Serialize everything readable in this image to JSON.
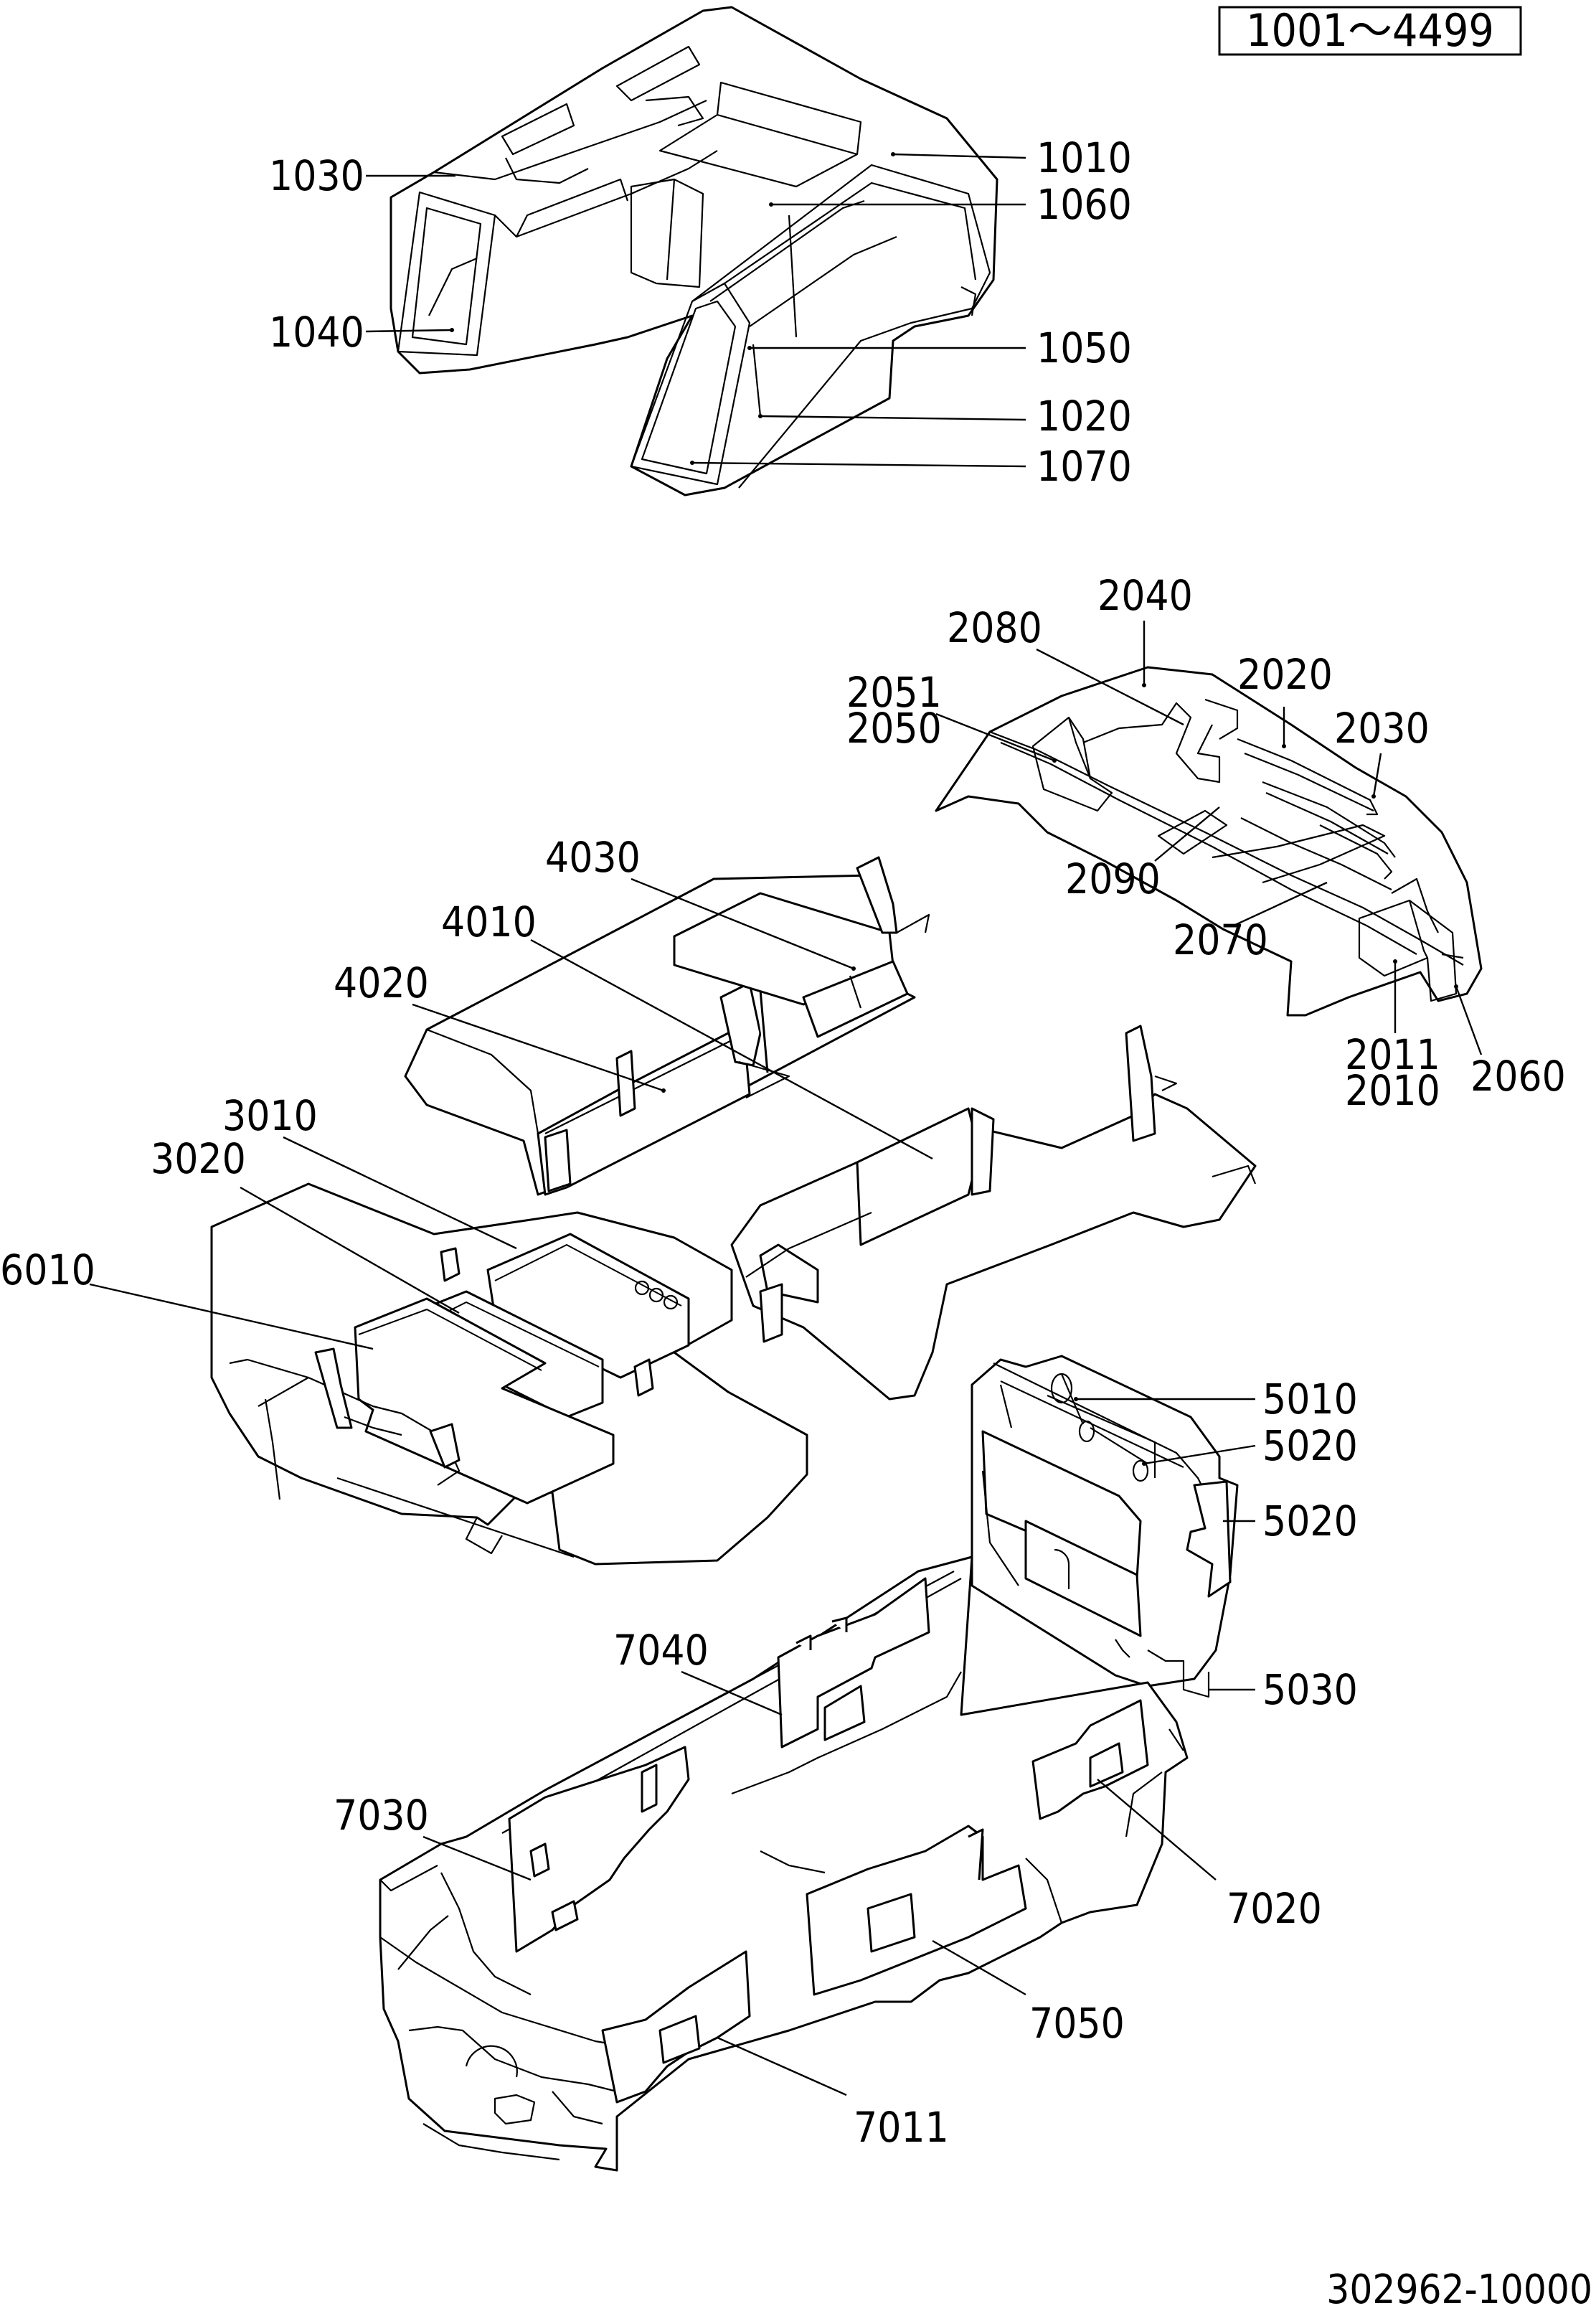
{
  "range_label": "1001～4499",
  "drawing_number": "302962-10000",
  "callouts": [
    {
      "id": "1010",
      "text": "1010"
    },
    {
      "id": "1020",
      "text": "1020"
    },
    {
      "id": "1030",
      "text": "1030"
    },
    {
      "id": "1040",
      "text": "1040"
    },
    {
      "id": "1050",
      "text": "1050"
    },
    {
      "id": "1060",
      "text": "1060"
    },
    {
      "id": "1070",
      "text": "1070"
    },
    {
      "id": "2010",
      "text": "2010"
    },
    {
      "id": "2011",
      "text": "2011"
    },
    {
      "id": "2020",
      "text": "2020"
    },
    {
      "id": "2030",
      "text": "2030"
    },
    {
      "id": "2040",
      "text": "2040"
    },
    {
      "id": "2050",
      "text": "2050"
    },
    {
      "id": "2051",
      "text": "2051"
    },
    {
      "id": "2060",
      "text": "2060"
    },
    {
      "id": "2070",
      "text": "2070"
    },
    {
      "id": "2080",
      "text": "2080"
    },
    {
      "id": "2090",
      "text": "2090"
    },
    {
      "id": "3010",
      "text": "3010"
    },
    {
      "id": "3020",
      "text": "3020"
    },
    {
      "id": "4010",
      "text": "4010"
    },
    {
      "id": "4020",
      "text": "4020"
    },
    {
      "id": "4030",
      "text": "4030"
    },
    {
      "id": "5010",
      "text": "5010"
    },
    {
      "id": "5020a",
      "text": "5020"
    },
    {
      "id": "5020b",
      "text": "5020"
    },
    {
      "id": "5030",
      "text": "5030"
    },
    {
      "id": "6010",
      "text": "6010"
    },
    {
      "id": "7011",
      "text": "7011"
    },
    {
      "id": "7020",
      "text": "7020"
    },
    {
      "id": "7030",
      "text": "7030"
    },
    {
      "id": "7040",
      "text": "7040"
    },
    {
      "id": "7050",
      "text": "7050"
    }
  ]
}
